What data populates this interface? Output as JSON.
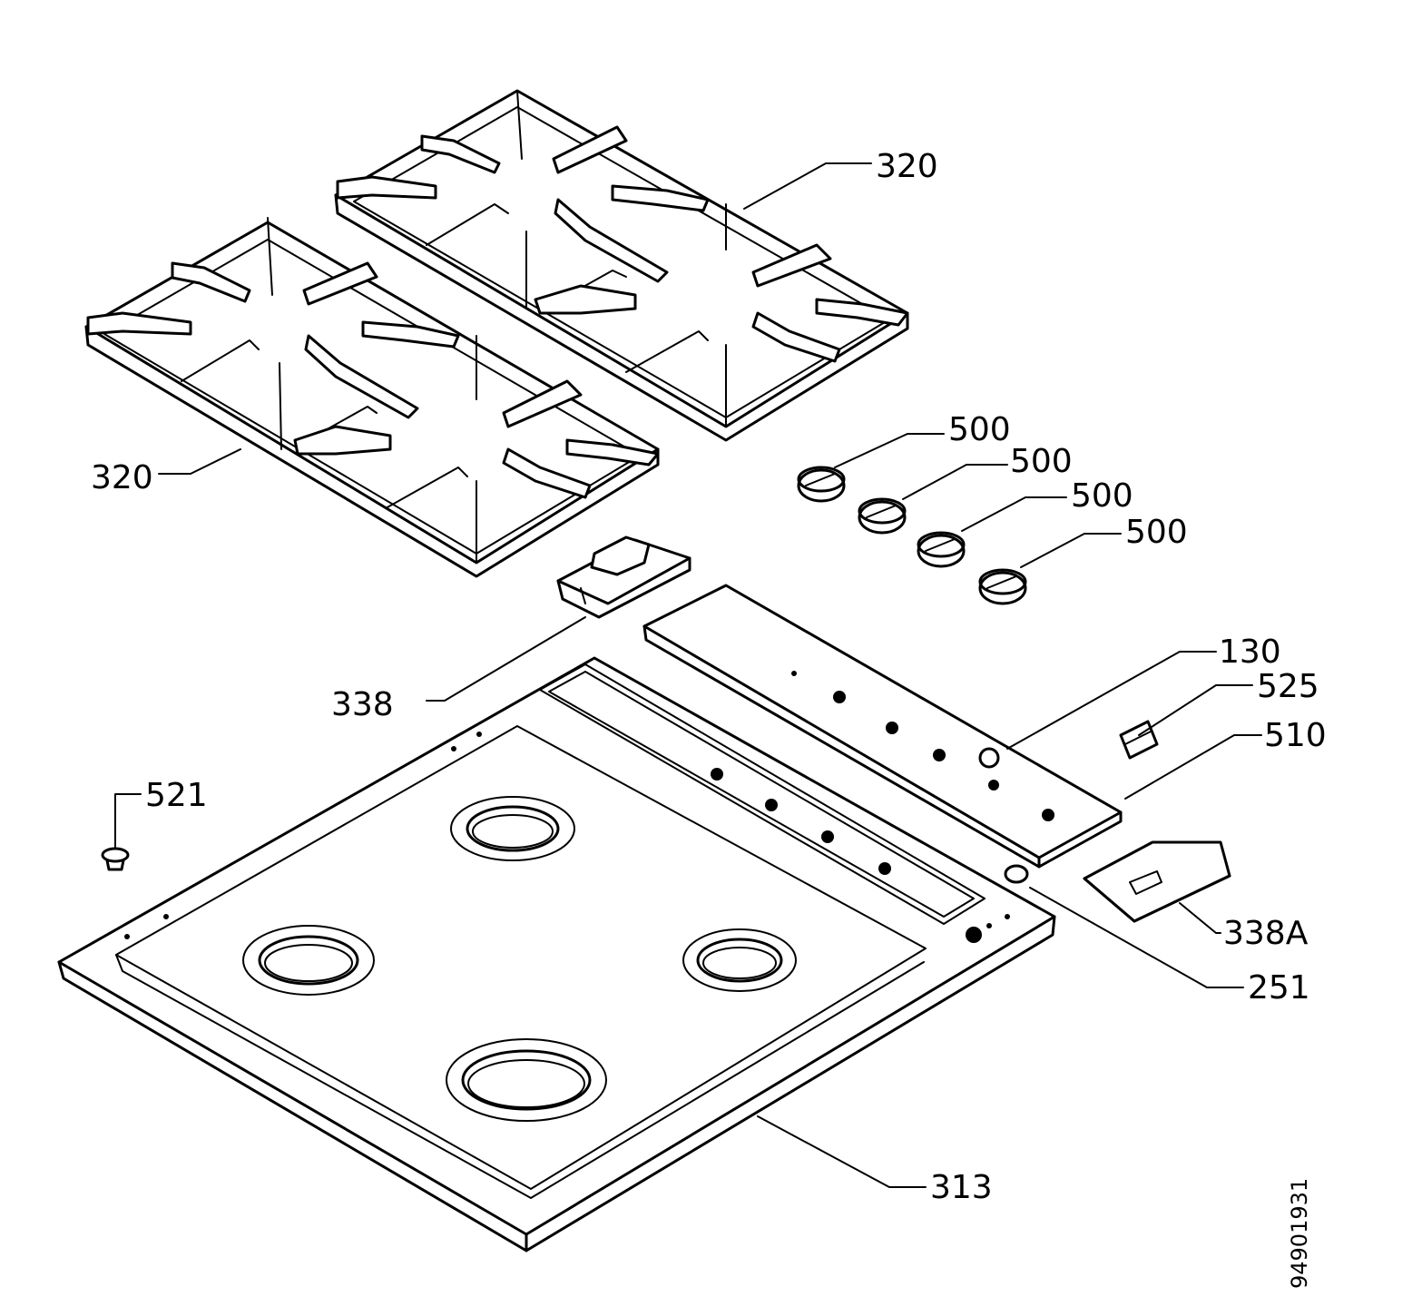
{
  "labels": {
    "grate_rear": "320",
    "grate_front": "320",
    "knob_1": "500",
    "knob_2": "500",
    "knob_3": "500",
    "knob_4": "500",
    "clip_338": "338",
    "control_panel": "130",
    "part_525": "525",
    "part_510": "510",
    "part_521": "521",
    "clip_338a": "338A",
    "part_251": "251",
    "cooktop": "313"
  },
  "document_number": "94901931"
}
